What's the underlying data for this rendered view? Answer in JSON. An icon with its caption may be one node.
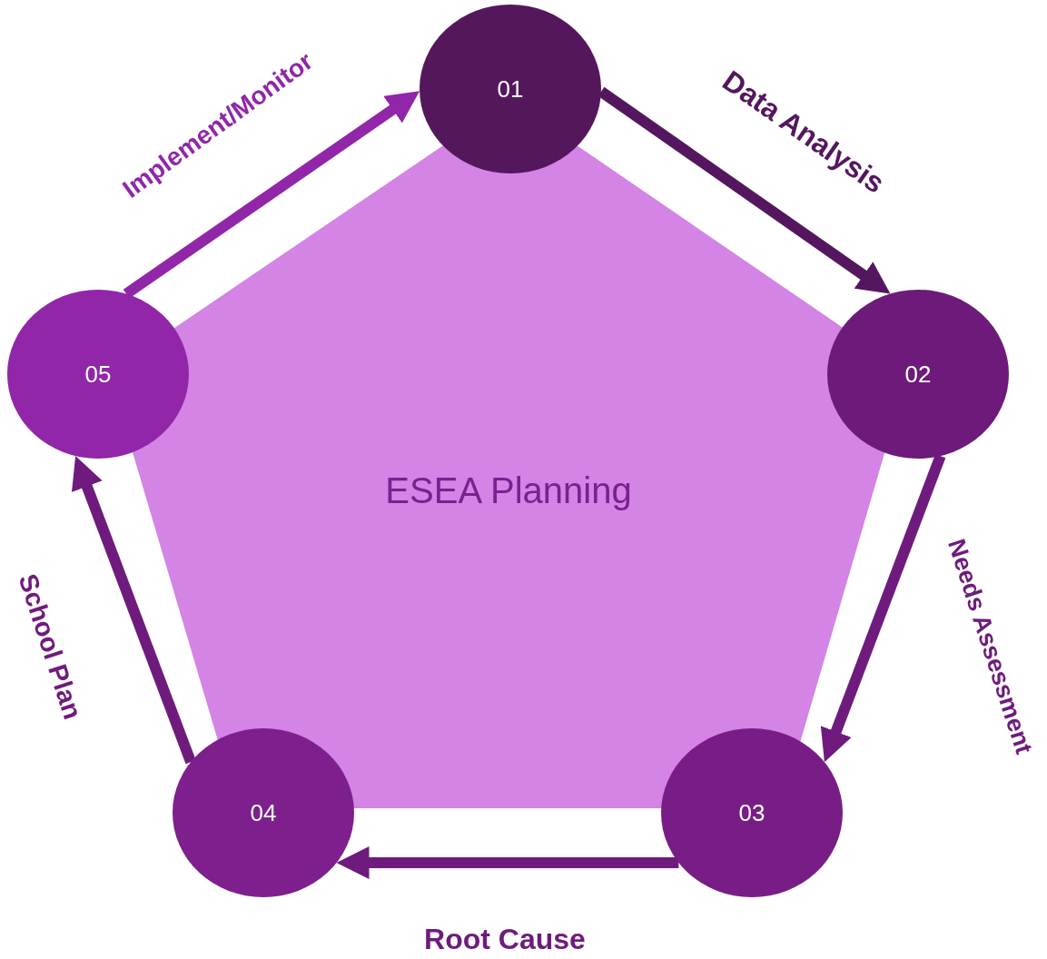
{
  "diagram": {
    "nodes": [
      {
        "text": [
          "ESEA Planning"
        ]
      },
      {
        "text": [
          "01"
        ]
      },
      {
        "text": [
          "02"
        ]
      },
      {
        "text": [
          "03"
        ]
      },
      {
        "text": [
          "04"
        ]
      },
      {
        "text": [
          "05"
        ]
      }
    ],
    "edges": [
      {
        "from": 1,
        "to": 2,
        "arrow": "to",
        "label": "Data Analysis",
        "color": "#54165e"
      },
      {
        "from": 2,
        "to": 3,
        "arrow": "to",
        "label": "Needs Assessment"
      },
      {
        "from": 3,
        "to": 4,
        "arrow": "to",
        "label": "Root Cause"
      },
      {
        "from": 4,
        "to": 5,
        "arrow": "to",
        "label": "School Plan"
      },
      {
        "from": 5,
        "to": 1,
        "arrow": "to",
        "label": "Implement/Monitor",
        "color": "#9126a9"
      }
    ]
  }
}
